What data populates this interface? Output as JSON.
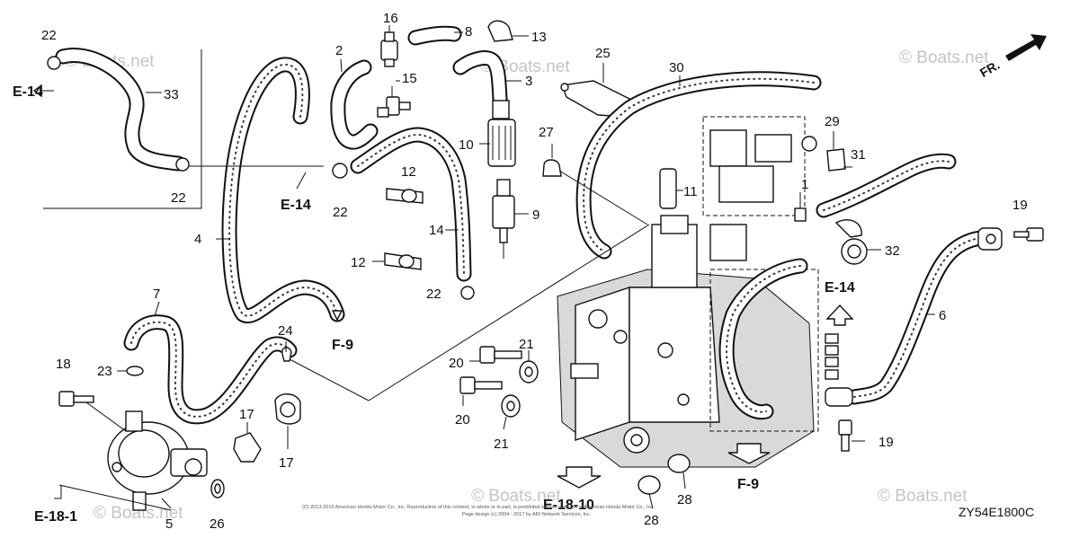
{
  "diagram": {
    "watermark": "© Boats.net",
    "diagram_code": "ZY54E1800C",
    "direction_label": "FR.",
    "copyright_line1": "(C) 2013-2019 American Honda Motor Co., Inc. Reproduction of this content, in whole or in part, is prohibited without approval of American Honda Motor Co., Inc.",
    "copyright_line2": "Page design (c) 2004 - 2017 by ARI Network Services, Inc.",
    "refs": {
      "e14_a": "E-14",
      "e14_b": "E-14",
      "e14_c": "E-14",
      "f9_a": "F-9",
      "f9_b": "F-9",
      "e18_1": "E-18-1",
      "e18_10": "E-18-10"
    },
    "callouts": [
      {
        "id": "22",
        "text": "22"
      },
      {
        "id": "33",
        "text": "33"
      },
      {
        "id": "22b",
        "text": "22"
      },
      {
        "id": "4",
        "text": "4"
      },
      {
        "id": "2",
        "text": "2"
      },
      {
        "id": "16",
        "text": "16"
      },
      {
        "id": "8",
        "text": "8"
      },
      {
        "id": "13",
        "text": "13"
      },
      {
        "id": "15",
        "text": "15"
      },
      {
        "id": "3",
        "text": "3"
      },
      {
        "id": "25",
        "text": "25"
      },
      {
        "id": "30",
        "text": "30"
      },
      {
        "id": "10",
        "text": "10"
      },
      {
        "id": "27",
        "text": "27"
      },
      {
        "id": "29",
        "text": "29"
      },
      {
        "id": "31",
        "text": "31"
      },
      {
        "id": "12a",
        "text": "12"
      },
      {
        "id": "22c",
        "text": "22"
      },
      {
        "id": "11",
        "text": "11"
      },
      {
        "id": "1",
        "text": "1"
      },
      {
        "id": "9",
        "text": "9"
      },
      {
        "id": "14",
        "text": "14"
      },
      {
        "id": "12b",
        "text": "12"
      },
      {
        "id": "22d",
        "text": "22"
      },
      {
        "id": "19a",
        "text": "19"
      },
      {
        "id": "32",
        "text": "32"
      },
      {
        "id": "6",
        "text": "6"
      },
      {
        "id": "7",
        "text": "7"
      },
      {
        "id": "24",
        "text": "24"
      },
      {
        "id": "18",
        "text": "18"
      },
      {
        "id": "23",
        "text": "23"
      },
      {
        "id": "21a",
        "text": "21"
      },
      {
        "id": "20a",
        "text": "20"
      },
      {
        "id": "20b",
        "text": "20"
      },
      {
        "id": "21b",
        "text": "21"
      },
      {
        "id": "17a",
        "text": "17"
      },
      {
        "id": "17b",
        "text": "17"
      },
      {
        "id": "19b",
        "text": "19"
      },
      {
        "id": "5",
        "text": "5"
      },
      {
        "id": "26",
        "text": "26"
      },
      {
        "id": "28a",
        "text": "28"
      },
      {
        "id": "28b",
        "text": "28"
      }
    ]
  }
}
